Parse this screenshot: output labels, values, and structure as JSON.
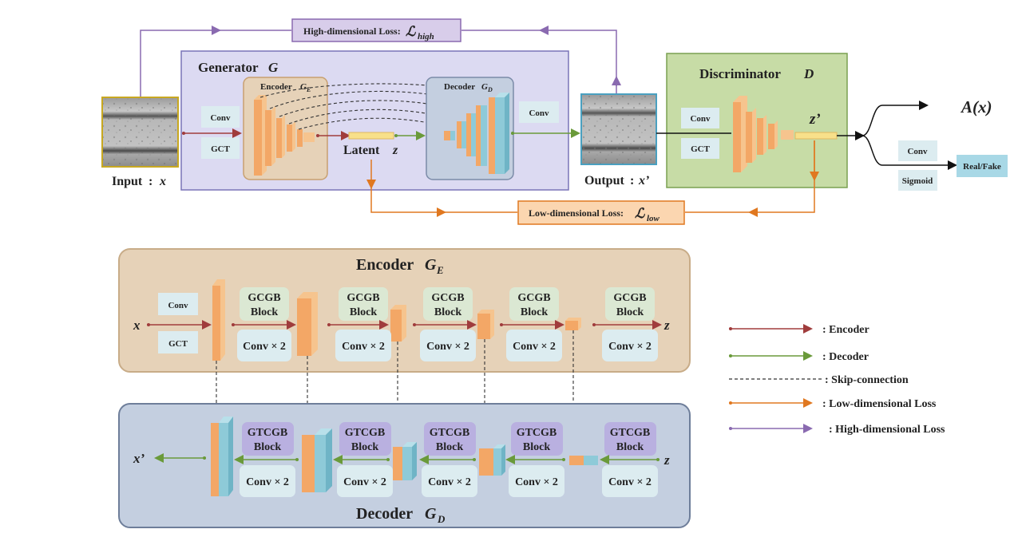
{
  "top": {
    "input_label": "Input",
    "input_var": "x",
    "output_label": "Output",
    "output_var": "x’",
    "generator_title": "Generator",
    "generator_var": "G",
    "encoder_small": "Encoder",
    "encoder_small_var": "G",
    "encoder_small_sub": "E",
    "decoder_small": "Decoder",
    "decoder_small_var": "G",
    "decoder_small_sub": "D",
    "conv": "Conv",
    "gct": "GCT",
    "latent_label": "Latent",
    "latent_var": "z",
    "discriminator_title": "Discriminator",
    "discriminator_var": "D",
    "z_prime": "z’",
    "ax": "A(x)",
    "sigmoid": "Sigmoid",
    "real_fake": "Real/Fake",
    "high_loss_text": "High-dimensional Loss:",
    "high_loss_sym": "ℒ",
    "high_loss_sub": "high",
    "low_loss_text": "Low-dimensional Loss:",
    "low_loss_sym": "ℒ",
    "low_loss_sub": "low"
  },
  "encoder_panel": {
    "title": "Encoder",
    "title_var": "G",
    "title_sub": "E",
    "input_var": "x",
    "output_var": "z",
    "conv": "Conv",
    "gct": "GCT",
    "block_line1": "GCGB",
    "block_line2": "Block",
    "conv2": "Conv × 2"
  },
  "decoder_panel": {
    "title": "Decoder",
    "title_var": "G",
    "title_sub": "D",
    "input_var": "z",
    "output_var": "x’",
    "block_line1": "GTCGB",
    "block_line2": "Block",
    "conv2": "Conv × 2"
  },
  "legend": [
    {
      "label": ": Encoder",
      "color": "#a03c3c",
      "style": "arrow"
    },
    {
      "label": ": Decoder",
      "color": "#6a9a3a",
      "style": "arrow"
    },
    {
      "label": ": Skip-connection",
      "color": "#333333",
      "style": "dashed"
    },
    {
      "label": ": Low-dimensional Loss",
      "color": "#e07820",
      "style": "arrow"
    },
    {
      "label": ": High-dimensional Loss",
      "color": "#8a6ab0",
      "style": "arrow"
    }
  ],
  "colors": {
    "encoder_arrow": "#a03c3c",
    "decoder_arrow": "#6a9a3a",
    "low_loss": "#e07820",
    "high_loss": "#8a6ab0",
    "generator_bg": "#dcdaf2",
    "discriminator_bg": "#c7dca6",
    "encoder_panel_bg": "#e6d2b8",
    "decoder_panel_bg": "#c4cfe0",
    "block_green": "#dbe8d3",
    "block_purple": "#b9b0e0",
    "conv_box": "#dcecf0"
  }
}
